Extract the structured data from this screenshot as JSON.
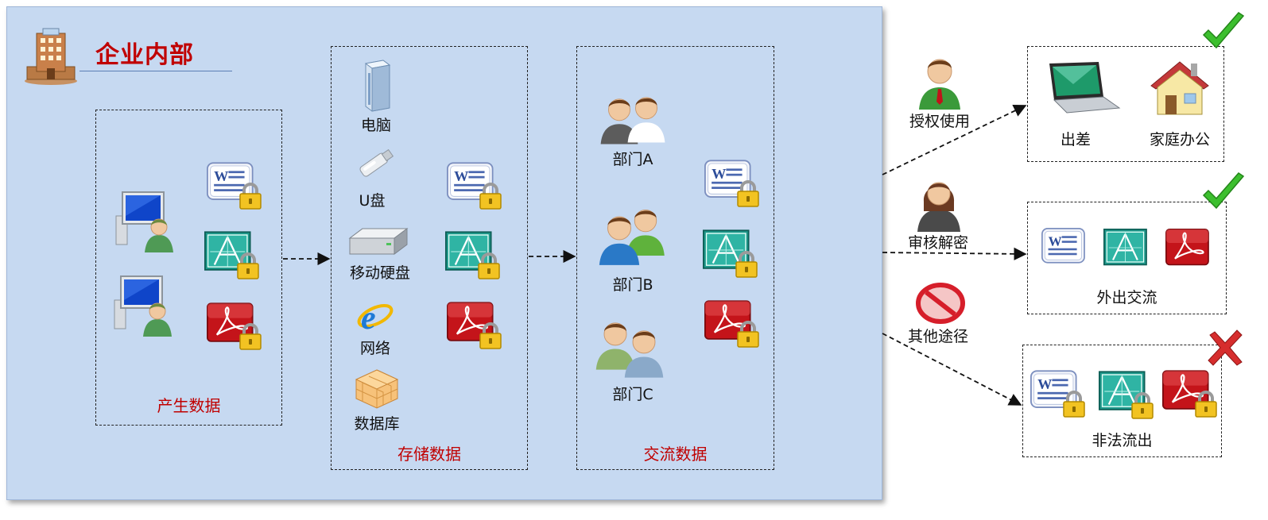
{
  "title": "企业内部",
  "sections": {
    "generate": {
      "label": "产生数据"
    },
    "storage": {
      "label": "存储数据",
      "items": [
        "电脑",
        "U盘",
        "移动硬盘",
        "网络",
        "数据库"
      ]
    },
    "exchange": {
      "label": "交流数据",
      "departments": [
        "部门A",
        "部门B",
        "部门C"
      ]
    }
  },
  "paths": [
    {
      "label": "授权使用",
      "status": "allowed",
      "items": [
        "出差",
        "家庭办公"
      ]
    },
    {
      "label": "审核解密",
      "status": "allowed",
      "target": "外出交流"
    },
    {
      "label": "其他途径",
      "status": "blocked",
      "target": "非法流出"
    }
  ],
  "icon_names": {
    "word": "word-lock-icon",
    "cad": "cad-lock-icon",
    "pdf": "pdf-lock-icon",
    "check": "check-icon",
    "cross": "cross-icon"
  },
  "colors": {
    "panel_bg": "#c6d9f1",
    "accent_red": "#c00000",
    "check_green": "#3cbf2e",
    "cross_red": "#d62d2d"
  }
}
